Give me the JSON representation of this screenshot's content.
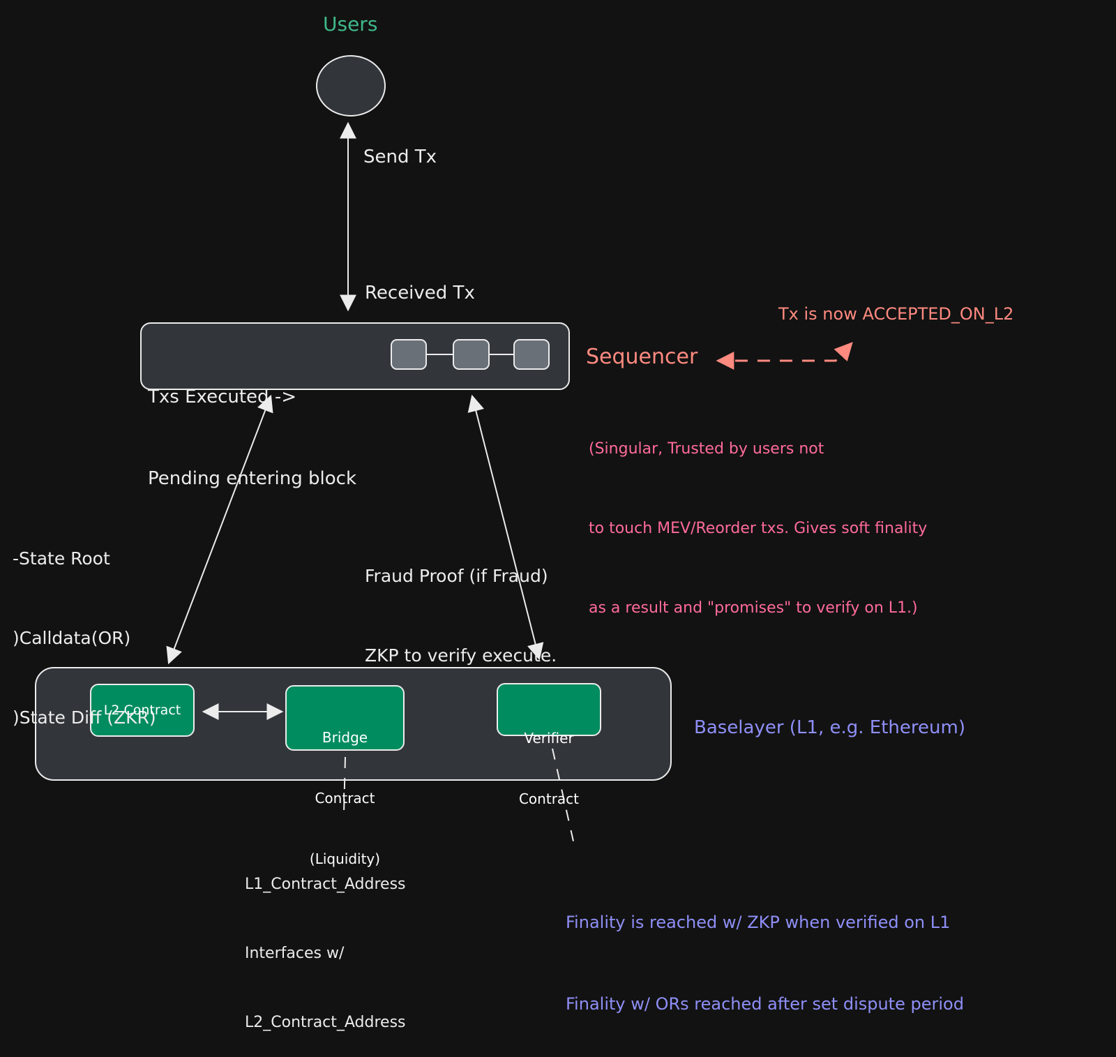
{
  "users": {
    "label": "Users"
  },
  "user_flow": {
    "send_label": "Send Tx",
    "received_label": "Received Tx"
  },
  "sequencer": {
    "block_text": [
      "Txs Executed ->",
      "Pending entering block"
    ],
    "title": "Sequencer",
    "accepted_label": "Tx is now ACCEPTED_ON_L2",
    "note_lines": [
      "(Singular, Trusted by users not",
      "to touch MEV/Reorder txs. Gives soft finality",
      "as a result and \"promises\" to verify on L1.)"
    ]
  },
  "left_link": {
    "lines": [
      "-State Root",
      ")Calldata(OR)",
      ")State Diff (ZKR)"
    ]
  },
  "right_link": {
    "lines": [
      "Fraud Proof (if Fraud)",
      "ZKP to verify execute."
    ]
  },
  "baselayer": {
    "label": "Baselayer (L1, e.g. Ethereum)",
    "l2_contract": "L2 Contract",
    "bridge_contract": [
      "Bridge",
      "Contract",
      "(Liquidity)"
    ],
    "verifier_contract": [
      "Verifier",
      "Contract"
    ]
  },
  "bridge_note": {
    "lines": [
      "L1_Contract_Address",
      "Interfaces w/",
      "L2_Contract_Address"
    ]
  },
  "finality_note": {
    "lines": [
      "Finality is reached w/ ZKP when verified on L1",
      "Finality w/ ORs reached after set dispute period"
    ]
  },
  "colors": {
    "background": "#121212",
    "panel": "#32363b",
    "contract_fill": "#008c5f",
    "users_label": "#3fb98b",
    "sequencer_accent": "#ff8a80",
    "sequencer_note": "#ff6b9a",
    "baselayer_accent": "#8f8ff8"
  }
}
